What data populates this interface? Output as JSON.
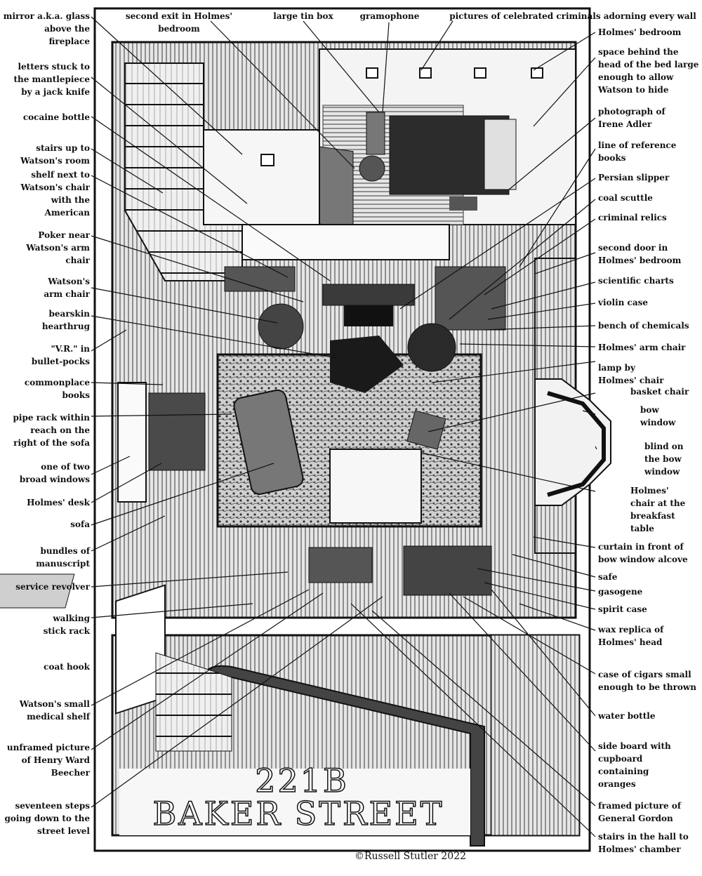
{
  "labels_top": [
    "second exit in Holmes' bedroom",
    "large tin box",
    "gramophone",
    "pictures of celebrated criminals adorning every wall"
  ],
  "labels_left": [
    "mirror a.k.a. glass\nabove the\nfireplace",
    "letters stuck to\nthe mantlepiece\nby a jack knife",
    "cocaine bottle",
    "stairs up to\nWatson's room",
    "shelf next to\nWatson's chair\nwith the\nAmerican",
    "Poker near\nWatson's arm\nchair",
    "Watson's\narm chair",
    "bearskin\nhearthrug",
    "\"V.R.\" in\nbullet-pocks",
    "commonplace\nbooks",
    "pipe rack within\nreach on the\nright of the sofa",
    "one of two\nbroad windows",
    "Holmes' desk",
    "sofa",
    "bundles of\nmanuscript",
    "service revolver",
    "walking\nstick rack",
    "coat hook",
    "Watson's small\nmedical shelf",
    "unframed picture\nof Henry Ward\nBeecher",
    "seventeen steps\ngoing down to the\nstreet level"
  ],
  "labels_right": [
    "Holmes' bedroom",
    "space behind the\nhead of the bed large\nenough to allow\nWatson to hide",
    "photograph of\nIrene Adler",
    "line of reference\nbooks",
    "Persian slipper",
    "coal scuttle",
    "criminal relics",
    "second door in\nHolmes' bedroom",
    "scientific charts",
    "violin case",
    "bench of chemicals",
    "Holmes' arm chair",
    "lamp by\nHolmes' chair",
    "basket chair",
    "bow\nwindow",
    "blind on\nthe bow\nwindow",
    "Holmes'\nchair at the\nbreakfast\ntable",
    "curtain in front of\nbow window alcove",
    "safe",
    "gasogene",
    "spirit case",
    "wax replica of\nHolmes' head",
    "case of cigars small\nenough to be thrown",
    "water bottle",
    "side board with\ncupboard\ncontaining\noranges",
    "framed picture of\nGeneral Gordon",
    "stairs in the hall to\nHolmes' chamber"
  ],
  "title": {
    "line1": "221B",
    "line2": "BAKER STREET"
  },
  "credit": "©Russell Stutler 2022",
  "colors": {
    "ink": "#111111",
    "paper": "#ffffff",
    "floor_light": "#d9d9d9",
    "floor_dark": "#6a6a6a",
    "rug": "#bdbdbd"
  }
}
